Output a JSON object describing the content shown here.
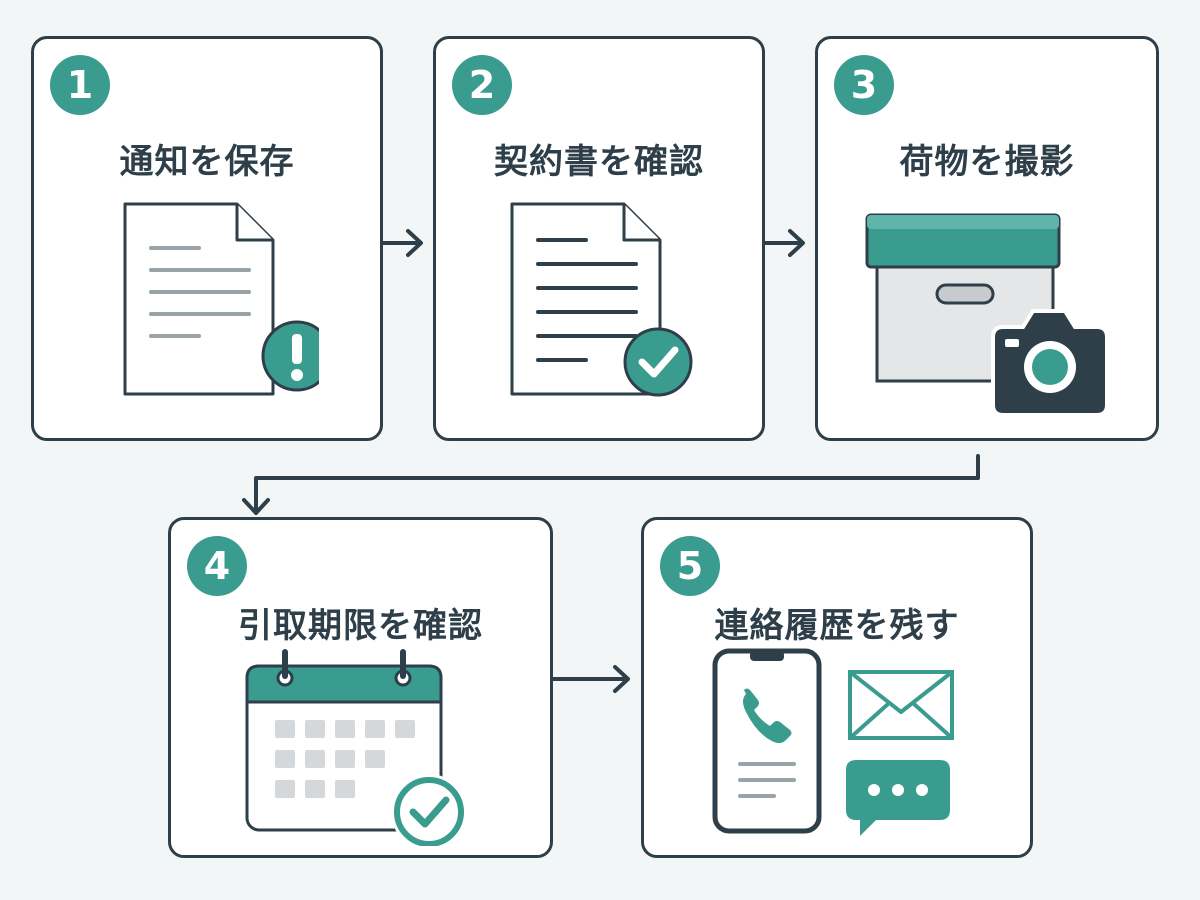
{
  "steps": [
    {
      "number": "1",
      "title": "通知を保存"
    },
    {
      "number": "2",
      "title": "契約書を確認"
    },
    {
      "number": "3",
      "title": "荷物を撮影"
    },
    {
      "number": "4",
      "title": "引取期限を確認"
    },
    {
      "number": "5",
      "title": "連絡履歴を残す"
    }
  ],
  "icons": {
    "step1": "document-with-exclamation-icon",
    "step2": "document-with-checkmark-icon",
    "step3": "box-with-camera-icon",
    "step4": "calendar-with-checkmark-icon",
    "step5": "phone-mail-chat-icon"
  },
  "colors": {
    "accent": "#3a9b8f",
    "outline": "#2e3f4a",
    "background": "#f2f6f7"
  }
}
